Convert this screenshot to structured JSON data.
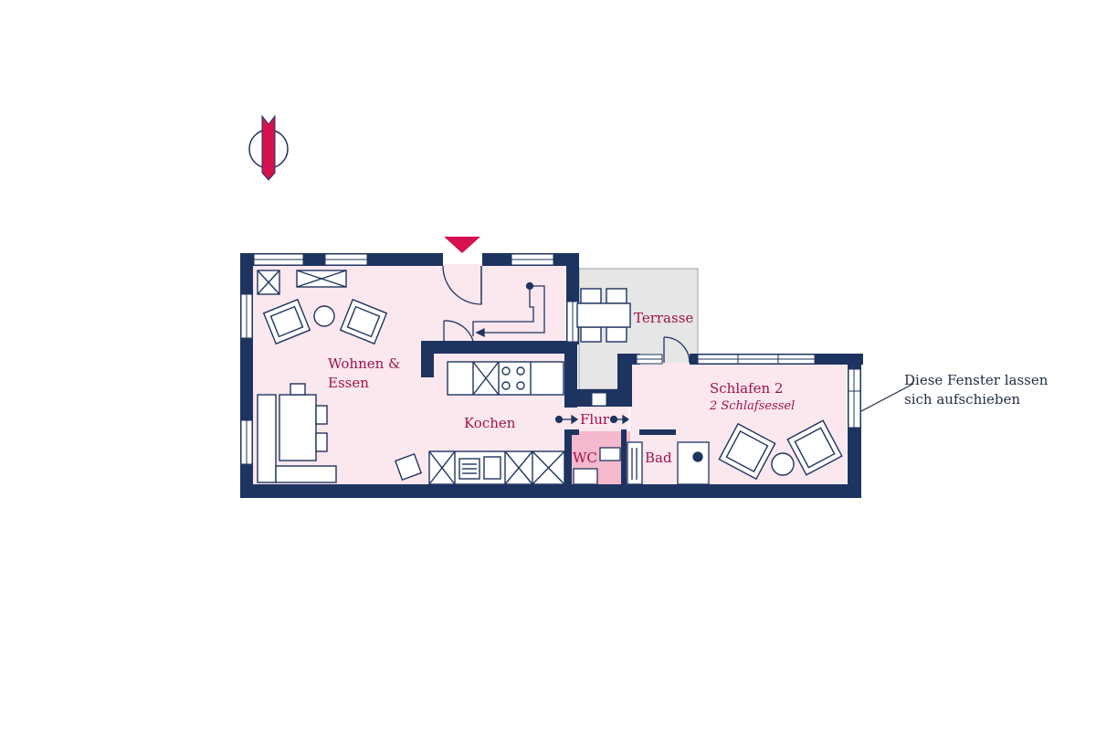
{
  "colors": {
    "wall": "#1e3460",
    "room_fill": "#fbe7ee",
    "wet_fill": "#f4b9cd",
    "terrace_fill": "#e6e6e6",
    "accent": "#d6114f",
    "text": "#1f2a44",
    "furniture": "#1e3460"
  },
  "compass": {
    "icon": "north-arrow-icon"
  },
  "rooms": {
    "wohnen": {
      "line1": "Wohnen &",
      "line2": "Essen"
    },
    "kochen": {
      "label": "Kochen"
    },
    "terrasse": {
      "label": "Terrasse"
    },
    "schlafen": {
      "label": "Schlafen 2",
      "sub": "2 Schlafsessel"
    },
    "flur": {
      "label": "Flur"
    },
    "wc": {
      "label": "WC"
    },
    "bad": {
      "label": "Bad"
    }
  },
  "callout": {
    "line1": "Diese  Fenster lassen",
    "line2": "sich aufschieben"
  }
}
